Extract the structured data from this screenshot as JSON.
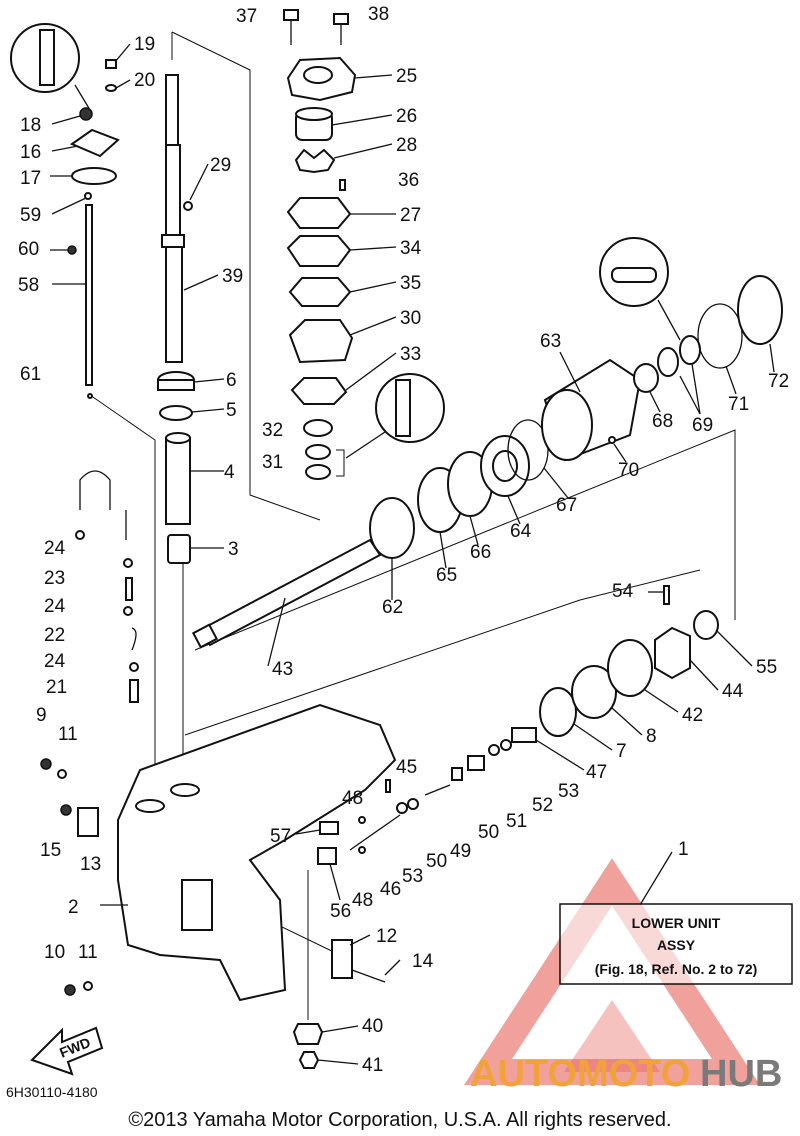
{
  "diagram": {
    "callouts": [
      "1",
      "2",
      "3",
      "4",
      "5",
      "6",
      "7",
      "8",
      "9",
      "10",
      "11",
      "12",
      "13",
      "14",
      "15",
      "16",
      "17",
      "18",
      "19",
      "20",
      "21",
      "22",
      "23",
      "24",
      "25",
      "26",
      "27",
      "28",
      "29",
      "30",
      "31",
      "32",
      "33",
      "34",
      "35",
      "36",
      "37",
      "38",
      "39",
      "40",
      "41",
      "42",
      "43",
      "44",
      "45",
      "46",
      "47",
      "48",
      "49",
      "50",
      "51",
      "52",
      "53",
      "54",
      "55",
      "56",
      "57",
      "58",
      "59",
      "60",
      "61",
      "62",
      "63",
      "64",
      "65",
      "66",
      "67",
      "68",
      "69",
      "70",
      "71",
      "72"
    ],
    "box": {
      "line1": "LOWER UNIT",
      "line2": "ASSY",
      "line3": "(Fig. 18, Ref. No. 2 to 72)"
    },
    "fwd_label": "FWD",
    "part_code": "6H30110-4180",
    "copyright": "©2013 Yamaha Motor Corporation, U.S.A. All rights reserved.",
    "watermark": {
      "text_a": "AUTOMOTO",
      "text_b": "HUB"
    },
    "colors": {
      "watermark_red": "#e0342a",
      "watermark_orange": "#f2a23a",
      "watermark_grey": "#7a7a7a"
    }
  }
}
